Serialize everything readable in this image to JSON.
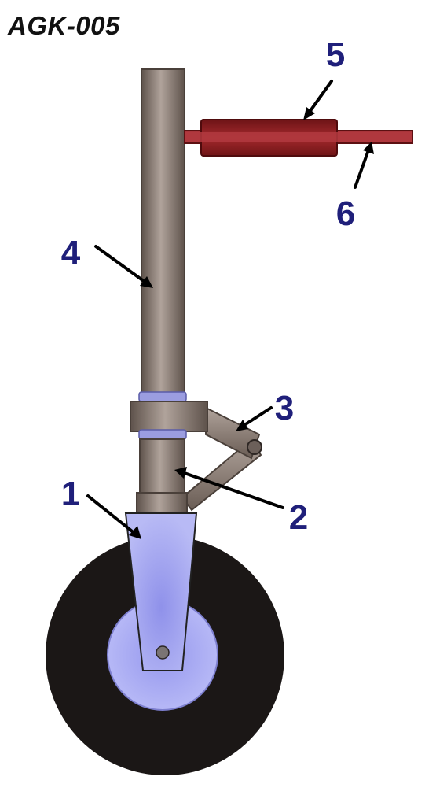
{
  "title": "AGK-005",
  "label_color": "#1f1f7a",
  "callouts": [
    {
      "id": "1",
      "label": "1",
      "part": "wheel-fork"
    },
    {
      "id": "2",
      "label": "2",
      "part": "lower-tube"
    },
    {
      "id": "3",
      "label": "3",
      "part": "brace-arm"
    },
    {
      "id": "4",
      "label": "4",
      "part": "main-tube"
    },
    {
      "id": "5",
      "label": "5",
      "part": "mounting-clamp"
    },
    {
      "id": "6",
      "label": "6",
      "part": "mounting-bar"
    }
  ],
  "colors": {
    "tube": "#8a7b72",
    "tube_highlight": "#b0a39b",
    "tube_shadow": "#5e524b",
    "clamp": "#8e1f22",
    "bar": "#a8343a",
    "collar": "#9b9de0",
    "fork": "#a6a8f0",
    "hub": "#a9abf2",
    "tire": "#1b1716"
  }
}
